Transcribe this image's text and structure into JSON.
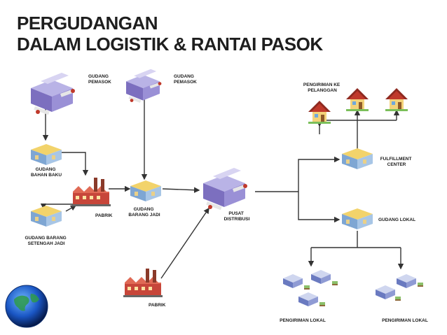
{
  "title": {
    "line1": "PERGUDANGAN",
    "line2": "DALAM LOGISTIK & RANTAI PASOK"
  },
  "labels": {
    "gudang_pemasok_1": [
      "GUDANG",
      "PEMASOK"
    ],
    "gudang_pemasok_2": [
      "GUDANG",
      "PEMASOK"
    ],
    "gudang_bahan_baku": [
      "GUDANG",
      "BAHAN BAKU"
    ],
    "gudang_setengah_jadi": [
      "GUDANG BARANG",
      "SETENGAH JADI"
    ],
    "pabrik_1": [
      "PABRIK"
    ],
    "gudang_barang_jadi": [
      "GUDANG",
      "BARANG JADI"
    ],
    "pabrik_2": [
      "PABRIK"
    ],
    "pusat_distribusi": [
      "PUSAT",
      "DISTRIBUSI"
    ],
    "pengiriman_pelanggan": [
      "PENGIRIMAN KE",
      "PELANGGAN"
    ],
    "fulfillment_center": [
      "FULFILLMENT",
      "CENTER"
    ],
    "gudang_lokal": [
      "GUDANG LOKAL"
    ],
    "pengiriman_lokal_1": [
      "PENGIRIMAN LOKAL"
    ],
    "pengiriman_lokal_2": [
      "PENGIRIMAN LOKAL"
    ]
  },
  "colors": {
    "title": "#1e1e1e",
    "arrow": "#333333",
    "warehouse_top": "#f2d36b",
    "warehouse_side": "#8fb3d9",
    "factory": "#c7463a",
    "distribution": "#8f86c8",
    "house_roof": "#c0392b",
    "house_wall": "#f3d27a",
    "globe": "#1a56c4"
  },
  "icons": [
    "warehouse-icon",
    "factory-icon",
    "distribution-center-icon",
    "house-icon",
    "truck-icon",
    "globe-icon"
  ]
}
